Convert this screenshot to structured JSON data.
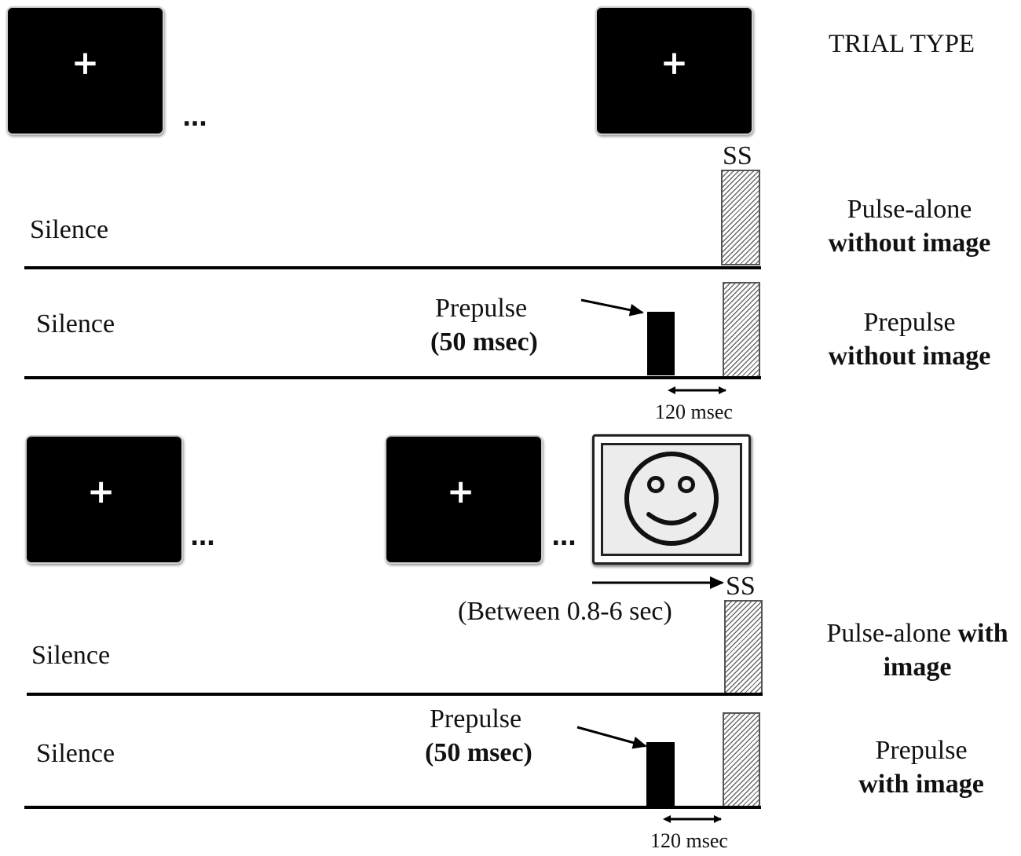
{
  "header": {
    "trial_type_title": "TRIAL TYPE"
  },
  "fixation_symbol": "+",
  "ellipsis": "...",
  "startle_stimulus_label": "SS",
  "top_block": {
    "rows": [
      {
        "silence_label": "Silence",
        "trial_type_line1": "Pulse-alone",
        "trial_type_line2": "without image"
      },
      {
        "silence_label": "Silence",
        "prepulse_label": "Prepulse",
        "prepulse_duration": "(50 msec)",
        "interval_label": "120 msec",
        "trial_type_line1": "Prepulse",
        "trial_type_line2": "without image"
      }
    ]
  },
  "bottom_block": {
    "image_icon": "smiley-face-icon",
    "onset_range_label": "(Between 0.8-6 sec)",
    "rows": [
      {
        "silence_label": "Silence",
        "trial_type_line1_regular": "Pulse-alone ",
        "trial_type_line1_bold": "with",
        "trial_type_line2": "image"
      },
      {
        "silence_label": "Silence",
        "prepulse_label": "Prepulse",
        "prepulse_duration": "(50 msec)",
        "interval_label": "120 msec",
        "trial_type_line1": "Prepulse",
        "trial_type_line2": "with image"
      }
    ]
  }
}
